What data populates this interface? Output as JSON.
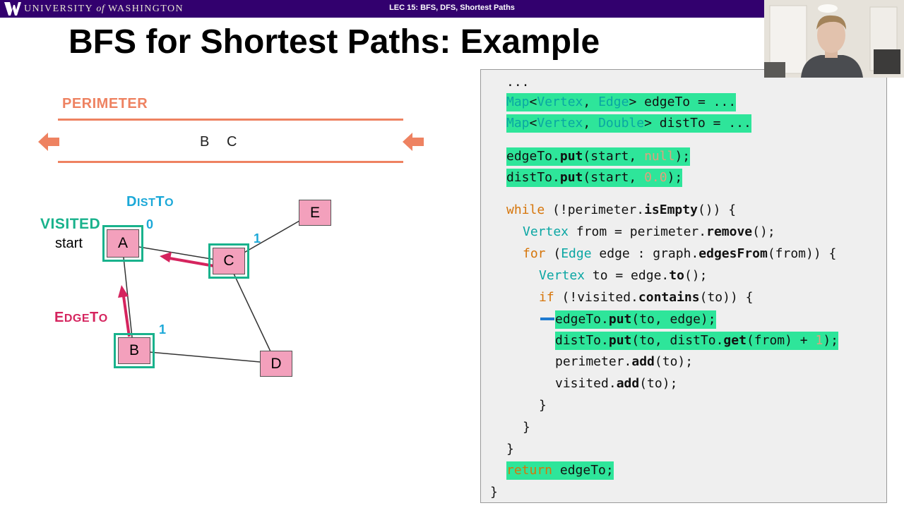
{
  "header": {
    "org_word1": "UNIVERSITY",
    "org_word2": "of",
    "org_word3": "WASHINGTON",
    "lecture": "LEC 15: BFS, DFS, Shortest Paths"
  },
  "slide": {
    "title": "BFS for Shortest Paths: Example",
    "perimeter_label": "PERIMETER",
    "perimeter_contents": [
      "B",
      "C"
    ],
    "visited_label": [
      "V",
      "ISITED"
    ],
    "distto_label": [
      "D",
      "IST",
      "T",
      "O"
    ],
    "edgeto_label": [
      "E",
      "DGE",
      "T",
      "O"
    ],
    "start_label": "start"
  },
  "graph": {
    "nodes": [
      {
        "label": "A",
        "visited": true,
        "dist": "0"
      },
      {
        "label": "B",
        "visited": true,
        "dist": "1"
      },
      {
        "label": "C",
        "visited": true,
        "dist": "1"
      },
      {
        "label": "D",
        "visited": false,
        "dist": ""
      },
      {
        "label": "E",
        "visited": false,
        "dist": ""
      }
    ],
    "edges": [
      [
        "A",
        "C"
      ],
      [
        "A",
        "B"
      ],
      [
        "C",
        "E"
      ],
      [
        "C",
        "D"
      ],
      [
        "B",
        "D"
      ]
    ],
    "edge_to": [
      [
        "C",
        "A"
      ],
      [
        "B",
        "A"
      ]
    ]
  },
  "code": {
    "l0": "...",
    "l1": [
      "Map",
      "<",
      "Vertex",
      ", ",
      "Edge",
      "> edgeTo = ..."
    ],
    "l2": [
      "Map",
      "<",
      "Vertex",
      ", ",
      "Double",
      "> distTo = ..."
    ],
    "l3": [
      "edgeTo.",
      "put",
      "(start, ",
      "null",
      ");"
    ],
    "l4": [
      "distTo.",
      "put",
      "(start, ",
      "0.0",
      ");"
    ],
    "l5": [
      "while",
      " (!perimeter.",
      "isEmpty",
      "()) {"
    ],
    "l6": [
      "Vertex",
      " from = perimeter.",
      "remove",
      "();"
    ],
    "l7": [
      "for",
      " (",
      "Edge",
      " edge : graph.",
      "edgesFrom",
      "(from)) {"
    ],
    "l8": [
      "Vertex",
      " to = edge.",
      "to",
      "();"
    ],
    "l9": [
      "if",
      " (!visited.",
      "contains",
      "(to)) {"
    ],
    "l10": [
      "edgeTo.",
      "put",
      "(to, edge);"
    ],
    "l11": [
      "distTo.",
      "put",
      "(to, distTo.",
      "get",
      "(from) + ",
      "1",
      ");"
    ],
    "l12": [
      "perimeter.",
      "add",
      "(to);"
    ],
    "l13": [
      "visited.",
      "add",
      "(to);"
    ],
    "l14": "}",
    "l15": "}",
    "l16": "}",
    "l17": [
      "return",
      " edgeTo;"
    ],
    "l18": "}"
  },
  "colors": {
    "uw_purple": "#32006e",
    "perimeter": "#ee8261",
    "visited": "#19b28c",
    "distto": "#1ba8d8",
    "edgeto": "#d5245e",
    "node_fill": "#f3a0bc",
    "code_highlight": "#2ee59a"
  },
  "icons": [
    "uw-w-logo",
    "left-arrow-icon",
    "webcam-presenter"
  ]
}
